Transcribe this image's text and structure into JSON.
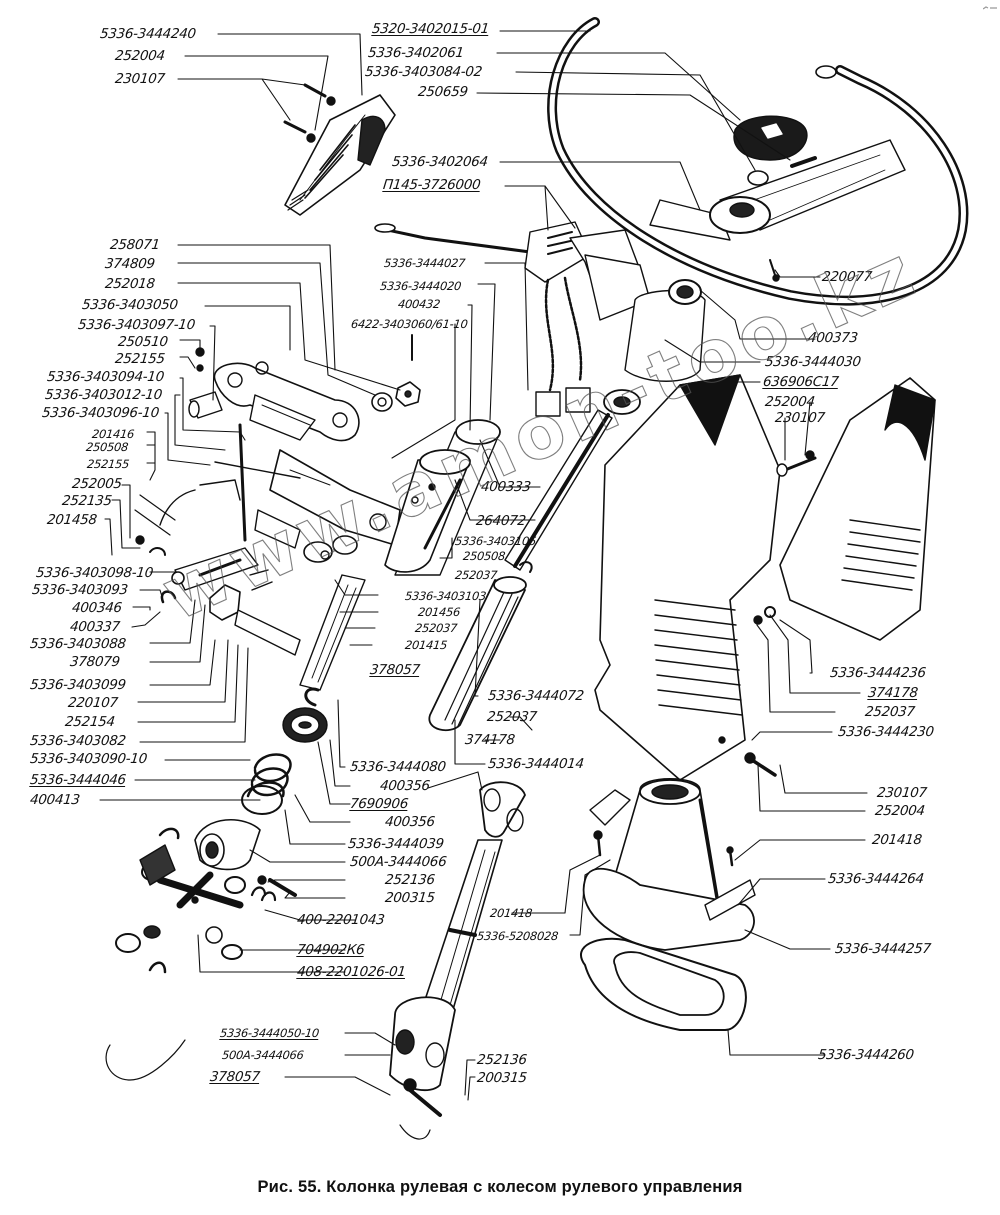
{
  "figure": {
    "caption": "Рис. 55. Колонка рулевая с колесом рулевого управления",
    "watermark": "www.amon-too.kz",
    "subject": "steering column with steering wheel (exploded view)"
  },
  "labels": {
    "top_left_group": [
      {
        "id": "5336-3444240",
        "text": "5336-3444240"
      },
      {
        "id": "252004-a",
        "text": "252004"
      },
      {
        "id": "230107-a",
        "text": "230107"
      }
    ],
    "top_center_group": [
      {
        "id": "5320-3402015-01",
        "text": "5320-3402015-01",
        "underlined": true
      },
      {
        "id": "5336-3402061",
        "text": "5336-3402061"
      },
      {
        "id": "5336-3403084-02",
        "text": "5336-3403084-02"
      },
      {
        "id": "250659",
        "text": "250659"
      },
      {
        "id": "5336-3402064",
        "text": "5336-3402064"
      },
      {
        "id": "P145-3726000",
        "text": "П145-3726000",
        "underlined": true
      }
    ],
    "switch_group": [
      {
        "id": "5336-3444027",
        "text": "5336-3444027"
      },
      {
        "id": "5336-3444020",
        "text": "5336-3444020"
      },
      {
        "id": "400432",
        "text": "400432"
      },
      {
        "id": "6422-3403060-61-10",
        "text": "6422-3403060/61-10"
      }
    ],
    "left_upper_group": [
      {
        "id": "258071",
        "text": "258071"
      },
      {
        "id": "374809",
        "text": "374809"
      },
      {
        "id": "252018",
        "text": "252018"
      },
      {
        "id": "5336-3403050",
        "text": "5336-3403050"
      },
      {
        "id": "5336-3403097-10",
        "text": "5336-3403097-10"
      },
      {
        "id": "250510",
        "text": "250510"
      },
      {
        "id": "252155-a",
        "text": "252155"
      },
      {
        "id": "5336-3403094-10",
        "text": "5336-3403094-10"
      },
      {
        "id": "5336-3403012-10",
        "text": "5336-3403012-10"
      },
      {
        "id": "5336-3403096-10",
        "text": "5336-3403096-10"
      },
      {
        "id": "201416",
        "text": "201416"
      },
      {
        "id": "250508-a",
        "text": "250508"
      },
      {
        "id": "252155-b",
        "text": "252155"
      },
      {
        "id": "252005",
        "text": "252005"
      },
      {
        "id": "252135",
        "text": "252135"
      },
      {
        "id": "201458",
        "text": "201458"
      }
    ],
    "left_lower_group": [
      {
        "id": "5336-3403098-10",
        "text": "5336-3403098-10"
      },
      {
        "id": "5336-3403093",
        "text": "5336-3403093"
      },
      {
        "id": "400346",
        "text": "400346"
      },
      {
        "id": "400337",
        "text": "400337"
      },
      {
        "id": "5336-3403088",
        "text": "5336-3403088"
      },
      {
        "id": "378079",
        "text": "378079"
      },
      {
        "id": "5336-3403099",
        "text": "5336-3403099"
      },
      {
        "id": "220107",
        "text": "220107"
      },
      {
        "id": "252154",
        "text": "252154"
      },
      {
        "id": "5336-3403082",
        "text": "5336-3403082"
      },
      {
        "id": "5336-3403090-10",
        "text": "5336-3403090-10"
      },
      {
        "id": "5336-3444046",
        "text": "5336-3444046",
        "underlined": true
      },
      {
        "id": "400413",
        "text": "400413"
      }
    ],
    "center_group": [
      {
        "id": "400333",
        "text": "400333"
      },
      {
        "id": "264072",
        "text": "264072"
      },
      {
        "id": "5336-3403105",
        "text": "5336-3403105"
      },
      {
        "id": "250508-b",
        "text": "250508"
      },
      {
        "id": "252037-a",
        "text": "252037"
      },
      {
        "id": "5336-3403103",
        "text": "5336-3403103"
      },
      {
        "id": "201456",
        "text": "201456"
      },
      {
        "id": "252037-b",
        "text": "252037"
      },
      {
        "id": "201415",
        "text": "201415"
      },
      {
        "id": "378057-a",
        "text": "378057",
        "underlined": true
      },
      {
        "id": "5336-3444072",
        "text": "5336-3444072"
      },
      {
        "id": "252037-c",
        "text": "252037"
      },
      {
        "id": "374178-a",
        "text": "374178"
      },
      {
        "id": "5336-3444014",
        "text": "5336-3444014"
      },
      {
        "id": "5336-3444080",
        "text": "5336-3444080"
      },
      {
        "id": "400356-a",
        "text": "400356"
      },
      {
        "id": "7690906",
        "text": "7690906",
        "underlined": true
      },
      {
        "id": "400356-b",
        "text": "400356"
      },
      {
        "id": "5336-3444039",
        "text": "5336-3444039"
      },
      {
        "id": "500A-3444066-a",
        "text": "500А-3444066"
      },
      {
        "id": "252136-a",
        "text": "252136"
      },
      {
        "id": "200315-a",
        "text": "200315"
      },
      {
        "id": "400-2201043",
        "text": "400-2201043"
      },
      {
        "id": "704902K6",
        "text": "704902К6",
        "underlined": true
      },
      {
        "id": "408-2201026-01",
        "text": "408-2201026-01",
        "underlined": true
      }
    ],
    "bottom_group": [
      {
        "id": "5336-3444050-10",
        "text": "5336-3444050-10",
        "underlined": true
      },
      {
        "id": "500A-3444066-b",
        "text": "500А-3444066"
      },
      {
        "id": "378057-b",
        "text": "378057",
        "underlined": true
      },
      {
        "id": "252136-b",
        "text": "252136"
      },
      {
        "id": "200315-b",
        "text": "200315"
      },
      {
        "id": "201418-a",
        "text": "201418"
      },
      {
        "id": "5336-5208028",
        "text": "5336-5208028"
      }
    ],
    "right_group": [
      {
        "id": "220077",
        "text": "220077"
      },
      {
        "id": "400373",
        "text": "400373"
      },
      {
        "id": "5336-3444030",
        "text": "5336-3444030"
      },
      {
        "id": "636906C17",
        "text": "636906С17",
        "underlined": true
      },
      {
        "id": "252004-b",
        "text": "252004"
      },
      {
        "id": "230107-b",
        "text": "230107"
      },
      {
        "id": "5336-3444236",
        "text": "5336-3444236"
      },
      {
        "id": "374178-b",
        "text": "374178",
        "underlined": true
      },
      {
        "id": "252037-d",
        "text": "252037"
      },
      {
        "id": "5336-3444230",
        "text": "5336-3444230"
      },
      {
        "id": "230107-c",
        "text": "230107"
      },
      {
        "id": "252004-c",
        "text": "252004"
      },
      {
        "id": "201418-b",
        "text": "201418"
      },
      {
        "id": "5336-3444264",
        "text": "5336-3444264"
      },
      {
        "id": "5336-3444257",
        "text": "5336-3444257"
      },
      {
        "id": "5336-3444260",
        "text": "5336-3444260"
      }
    ]
  }
}
